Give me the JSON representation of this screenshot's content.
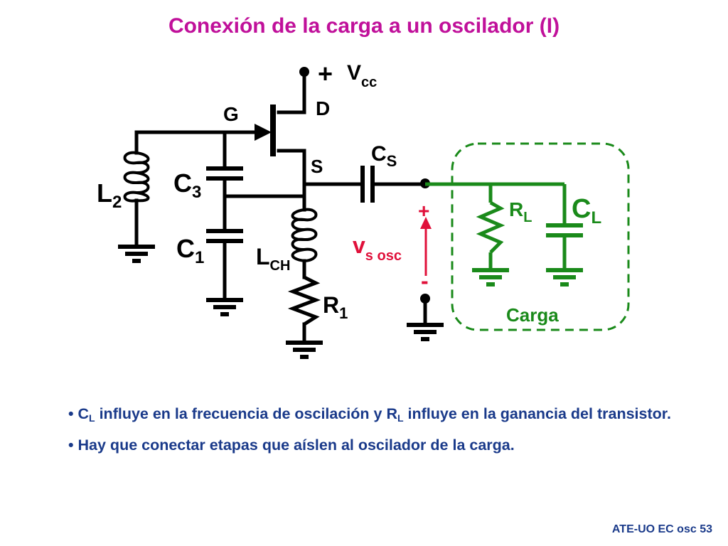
{
  "title": "Conexión de la carga a un oscilador (I)",
  "labels": {
    "plus_vcc": "+",
    "vcc_main": "V",
    "vcc_sub": "cc",
    "drain": "D",
    "gate": "G",
    "source": "S",
    "cs_main": "C",
    "cs_sub": "S",
    "c3_main": "C",
    "c3_sub": "3",
    "l2_main": "L",
    "l2_sub": "2",
    "c1_main": "C",
    "c1_sub": "1",
    "lch_main": "L",
    "lch_sub": "CH",
    "r1_main": "R",
    "r1_sub": "1",
    "vs_plus": "+",
    "vs_minus": "-",
    "vs_main": "v",
    "vs_sub": "s osc",
    "rl_main": "R",
    "rl_sub": "L",
    "cl_main": "C",
    "cl_sub": "L",
    "load": "Carga"
  },
  "bullets": {
    "b1_c": "C",
    "b1_c_sub": "L",
    "b1_mid": " influye en la frecuencia de oscilación y  R",
    "b1_r_sub": "L",
    "b1_end": " influye en la ganancia del transistor.",
    "b2": "Hay que conectar etapas que aíslen al oscilador de la carga."
  },
  "footer": "ATE-UO EC osc 53",
  "colors": {
    "title": "#C0109A",
    "circuit": "#000000",
    "load": "#1A8A1A",
    "vs": "#E0103A",
    "text": "#1A3A8A"
  }
}
